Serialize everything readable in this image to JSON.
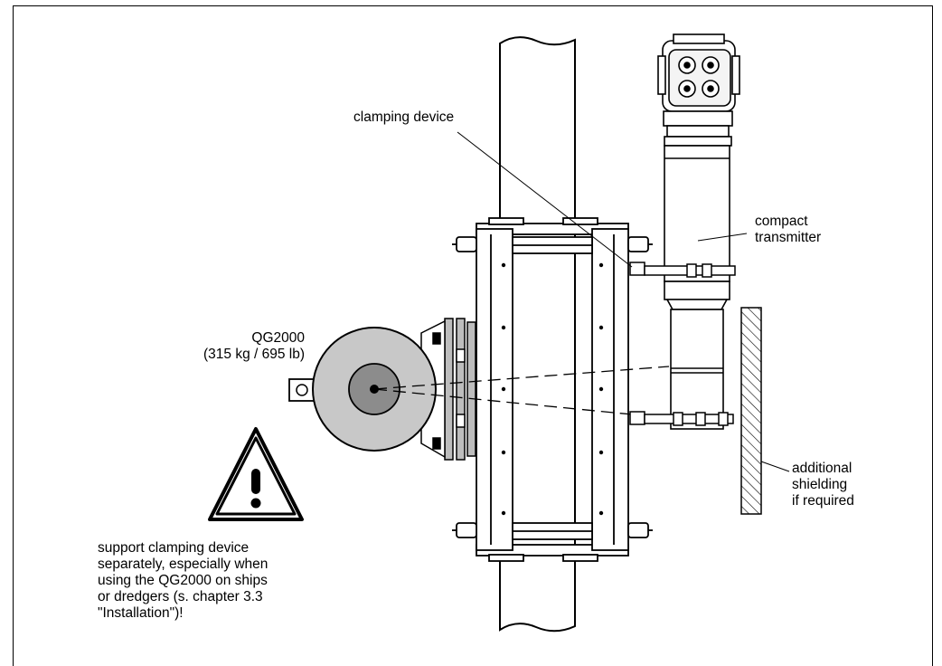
{
  "labels": {
    "clamping_device": "clamping device",
    "compact_transmitter": "compact\ntransmitter",
    "qg2000": "QG2000\n(315 kg / 695 lb)",
    "additional_shielding": "additional\nshielding\nif required",
    "warning_text": "support clamping device\nseparately, especially when\nusing the QG2000 on ships\nor dredgers (s. chapter 3.3\n\"Installation\")!"
  },
  "colors": {
    "source_disc": "#c8c8c8",
    "source_core": "#8c8c8c",
    "plate": "#bdbdbd",
    "line": "#000000"
  },
  "icons": [
    "warning-triangle-icon"
  ]
}
